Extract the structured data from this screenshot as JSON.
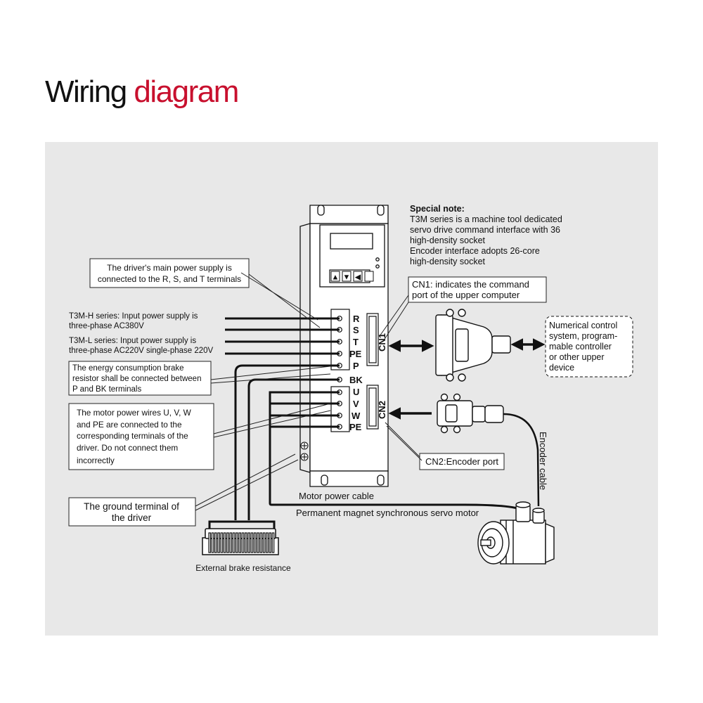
{
  "title": {
    "part1": "Wiring",
    "part2": "diagram"
  },
  "colors": {
    "accent": "#c8102e",
    "panel": "#e8e8e8",
    "ink": "#111111"
  },
  "special_note": {
    "heading": "Special note:",
    "lines": [
      "T3M series is a machine tool dedicated",
      "servo drive command interface with 36",
      "high-density socket",
      "Encoder interface adopts 26-core",
      "high-density socket"
    ]
  },
  "callouts": {
    "main_power": [
      "The driver's main power supply is",
      "connected to the R, S, and T terminals"
    ],
    "h_series": [
      "T3M-H series: Input power supply is",
      "three-phase AC380V"
    ],
    "l_series": [
      "T3M-L series: Input power supply is",
      "three-phase AC220V single-phase 220V"
    ],
    "brake": [
      "The energy consumption brake",
      "resistor shall be connected between",
      "P and BK terminals"
    ],
    "motor_wires": [
      "The motor power wires U, V, W",
      "and PE are connected to the",
      "corresponding terminals of the",
      "driver. Do not connect them",
      "incorrectly"
    ],
    "ground": [
      "The ground terminal of",
      "the driver"
    ],
    "cn1": [
      "CN1: indicates the command",
      "port of the upper computer"
    ],
    "upper_device": [
      "Numerical control",
      "system, program-",
      "mable controller",
      "or other upper",
      "device"
    ],
    "cn2_port": "CN2:Encoder port"
  },
  "terminals": [
    "R",
    "S",
    "T",
    "PE",
    "P",
    "BK",
    "U",
    "V",
    "W",
    "PE"
  ],
  "connectors": {
    "cn1": "CN1",
    "cn2": "CN2"
  },
  "keypad": [
    "▲",
    "▼",
    "◀"
  ],
  "labels": {
    "motor_power_cable": "Motor power cable",
    "servo_motor": "Permanent magnet synchronous servo motor",
    "brake_resistance": "External brake resistance",
    "encoder_cable": "Encoder cable"
  }
}
